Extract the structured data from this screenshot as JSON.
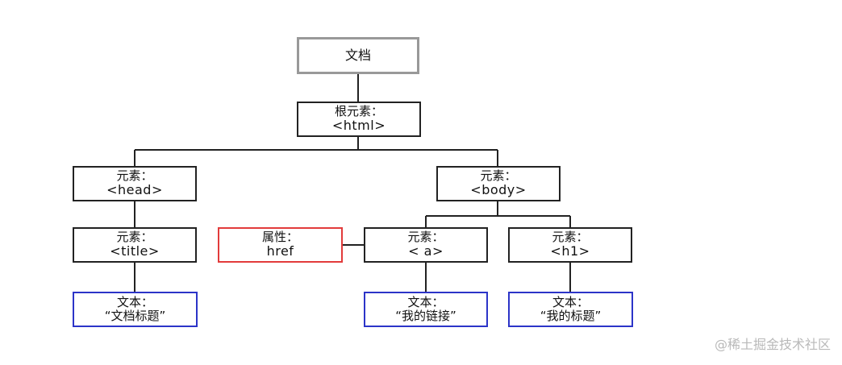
{
  "nodes": {
    "document": {
      "line1": "文档"
    },
    "root": {
      "line1": "根元素：",
      "line2": "<html>"
    },
    "head": {
      "line1": "元素：",
      "line2": "<head>"
    },
    "body": {
      "line1": "元素：",
      "line2": "<body>"
    },
    "title": {
      "line1": "元素：",
      "line2": "<title>"
    },
    "attribute": {
      "line1": "属性：",
      "line2": "href"
    },
    "anchor": {
      "line1": "元素：",
      "line2": "< a>"
    },
    "heading": {
      "line1": "元素：",
      "line2": "<h1>"
    },
    "text_title": {
      "line1": "文本：",
      "line2": "“文档标题”"
    },
    "text_link": {
      "line1": "文本：",
      "line2": "“我的链接”"
    },
    "text_heading": {
      "line1": "文本：",
      "line2": "“我的标题”"
    }
  },
  "colors": {
    "element_border": "#222222",
    "document_border": "#999999",
    "attribute_border": "#e23b3b",
    "text_border": "#2c34c8",
    "watermark": "#b9b9b9"
  },
  "watermark": "@稀土掘金技术社区"
}
